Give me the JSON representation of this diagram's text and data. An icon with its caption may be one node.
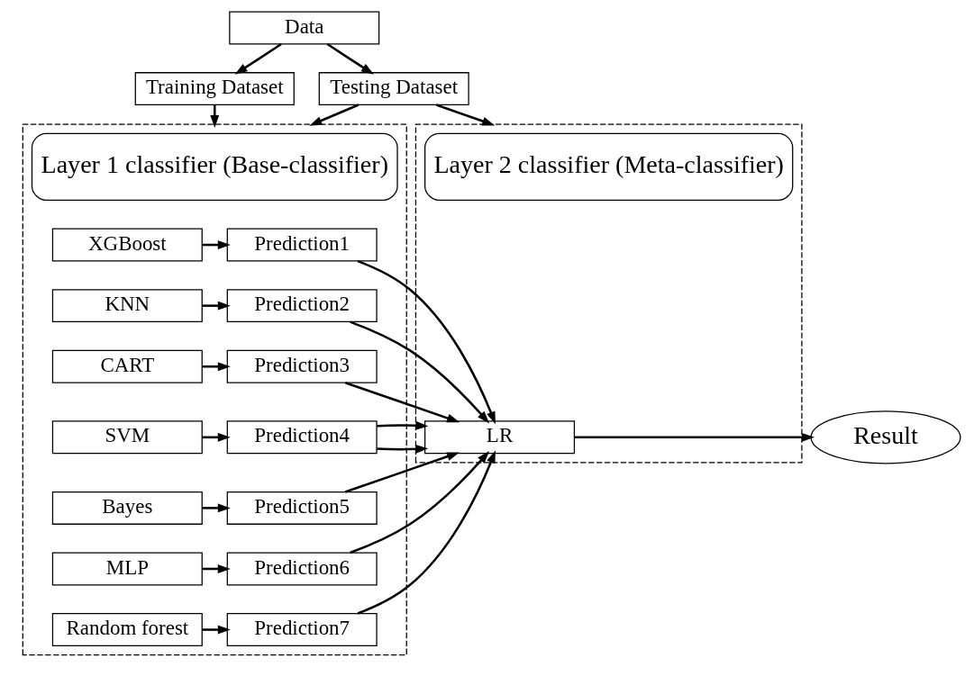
{
  "diagram": {
    "nodes": [
      {
        "text": [
          "Data"
        ]
      },
      {
        "text": [
          "Training Dataset"
        ]
      },
      {
        "text": [
          "Testing Dataset"
        ]
      },
      {
        "text": [],
        "shape": "box"
      },
      {
        "text": [
          "Layer 1 classifier (Base-classifier)"
        ],
        "in": 3
      },
      {
        "text": [
          "XGBoost"
        ],
        "in": 3
      },
      {
        "text": [
          "KNN"
        ],
        "in": 3
      },
      {
        "text": [
          "CART"
        ],
        "in": 3
      },
      {
        "text": [
          "SVM"
        ],
        "in": 3
      },
      {
        "text": [
          "Bayes"
        ],
        "in": 3
      },
      {
        "text": [
          "MLP"
        ],
        "in": 3
      },
      {
        "text": [
          "Random forest"
        ],
        "in": 3
      },
      {
        "text": [
          "Prediction1"
        ],
        "in": 3
      },
      {
        "text": [
          "Prediction2"
        ],
        "in": 3
      },
      {
        "text": [
          "Prediction3"
        ],
        "in": 3
      },
      {
        "text": [
          "Prediction4"
        ],
        "in": 3
      },
      {
        "text": [
          "Prediction5"
        ],
        "in": 3
      },
      {
        "text": [
          "Prediction6"
        ],
        "in": 3
      },
      {
        "text": [
          "Prediction7"
        ],
        "in": 3
      },
      {
        "text": [],
        "shape": "box"
      },
      {
        "text": [
          "Layer 2 classifier (Meta-classifier)"
        ],
        "in": 19
      },
      {
        "text": [
          "LR"
        ],
        "in": 19
      },
      {
        "text": [
          "Result"
        ]
      }
    ],
    "edges": [
      {
        "from": 0,
        "to": 1,
        "arrow": "to"
      },
      {
        "from": 0,
        "to": 2,
        "arrow": "to"
      },
      {
        "from": 1,
        "to": 3,
        "arrow": "to"
      },
      {
        "from": 2,
        "to": 3,
        "arrow": "to"
      },
      {
        "from": 2,
        "to": 19,
        "arrow": "to"
      },
      {
        "from": 5,
        "to": 12,
        "arrow": "to"
      },
      {
        "from": 6,
        "to": 13,
        "arrow": "to"
      },
      {
        "from": 7,
        "to": 14,
        "arrow": "to"
      },
      {
        "from": 8,
        "to": 15,
        "arrow": "to"
      },
      {
        "from": 9,
        "to": 16,
        "arrow": "to"
      },
      {
        "from": 10,
        "to": 17,
        "arrow": "to"
      },
      {
        "from": 11,
        "to": 18,
        "arrow": "to"
      },
      {
        "from": 12,
        "to": 21,
        "arrow": "to"
      },
      {
        "from": 13,
        "to": 21,
        "arrow": "to"
      },
      {
        "from": 14,
        "to": 21,
        "arrow": "to"
      },
      {
        "from": 15,
        "to": 21,
        "arrow": "to"
      },
      {
        "from": 16,
        "to": 21,
        "arrow": "to"
      },
      {
        "from": 17,
        "to": 21,
        "arrow": "to"
      },
      {
        "from": 18,
        "to": 21,
        "arrow": "to"
      },
      {
        "from": 21,
        "to": 22,
        "arrow": "to"
      }
    ]
  }
}
